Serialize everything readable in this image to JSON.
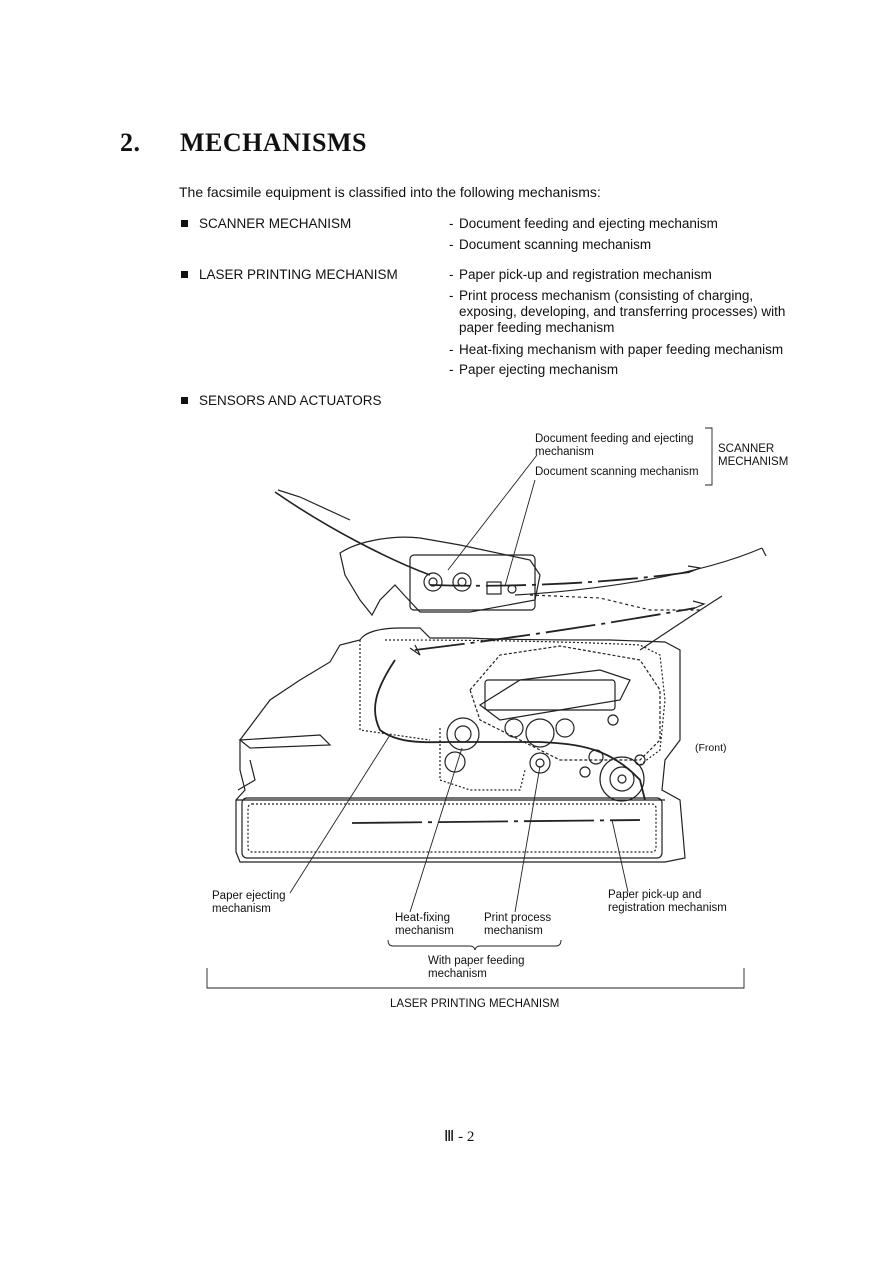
{
  "section": {
    "number": "2.",
    "title": "MECHANISMS",
    "intro": "The facsimile equipment is classified into the following mechanisms:"
  },
  "mechanisms": [
    {
      "label": "SCANNER MECHANISM",
      "items": [
        "Document feeding and ejecting mechanism",
        "Document scanning mechanism"
      ]
    },
    {
      "label": "LASER PRINTING MECHANISM",
      "items": [
        "Paper pick-up and registration mechanism",
        "Print process mechanism (consisting of charging, exposing, developing, and transferring processes) with paper feeding mechanism",
        "Heat-fixing mechanism with paper feeding mechanism",
        "Paper ejecting mechanism"
      ]
    },
    {
      "label": "SENSORS AND ACTUATORS",
      "items": []
    }
  ],
  "figure": {
    "callouts": {
      "doc_feed": "Document feeding and ejecting mechanism",
      "doc_scan": "Document scanning mechanism",
      "scanner_group": "SCANNER MECHANISM",
      "front": "(Front)",
      "paper_eject": "Paper ejecting mechanism",
      "heat_fix": "Heat-fixing mechanism",
      "print_process": "Print process mechanism",
      "pickup": "Paper pick-up and registration mechanism",
      "with_feeding": "With paper feeding mechanism",
      "laser_group": "LASER PRINTING MECHANISM"
    }
  },
  "footer": {
    "page": "Ⅲ - 2"
  }
}
